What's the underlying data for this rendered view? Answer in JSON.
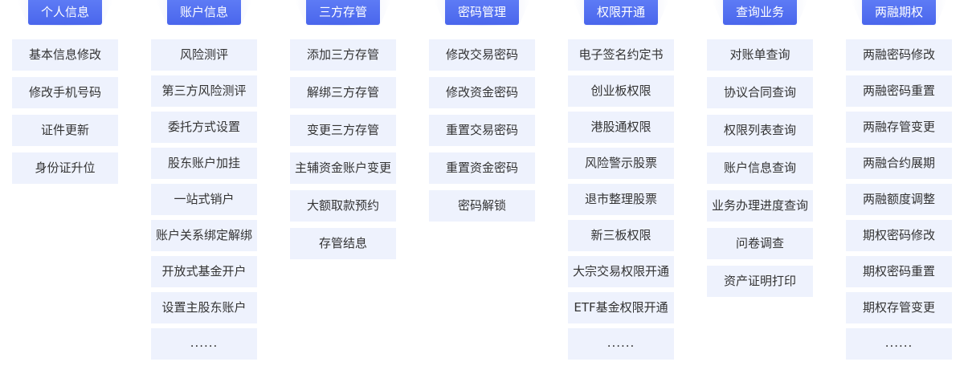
{
  "columns": [
    {
      "title": "个人信息",
      "items": [
        "基本信息修改",
        "修改手机号码",
        "证件更新",
        "身份证升位"
      ]
    },
    {
      "title": "账户信息",
      "items": [
        "风险测评",
        "第三方风险测评",
        "委托方式设置",
        "股东账户加挂",
        "一站式销户",
        "账户关系绑定解绑",
        "开放式基金开户",
        "设置主股东账户",
        "......"
      ]
    },
    {
      "title": "三方存管",
      "items": [
        "添加三方存管",
        "解绑三方存管",
        "变更三方存管",
        "主辅资金账户变更",
        "大额取款预约",
        "存管结息"
      ]
    },
    {
      "title": "密码管理",
      "items": [
        "修改交易密码",
        "修改资金密码",
        "重置交易密码",
        "重置资金密码",
        "密码解锁"
      ]
    },
    {
      "title": "权限开通",
      "items": [
        "电子签名约定书",
        "创业板权限",
        "港股通权限",
        "风险警示股票",
        "退市整理股票",
        "新三板权限",
        "大宗交易权限开通",
        "ETF基金权限开通",
        "......"
      ]
    },
    {
      "title": "查询业务",
      "items": [
        "对账单查询",
        "协议合同查询",
        "权限列表查询",
        "账户信息查询",
        "业务办理进度查询",
        "问卷调查",
        "资产证明打印"
      ]
    },
    {
      "title": "两融期权",
      "items": [
        "两融密码修改",
        "两融密码重置",
        "两融存管变更",
        "两融合约展期",
        "两融额度调整",
        "期权密码修改",
        "期权密码重置",
        "期权存管变更",
        "......"
      ]
    }
  ],
  "colors": {
    "header_bg": "#4a66ec",
    "item_bg": "#eef2fd",
    "item_text": "#333333"
  }
}
